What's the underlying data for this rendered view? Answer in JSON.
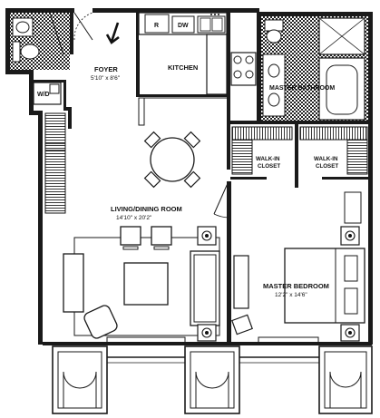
{
  "rooms": {
    "foyer": {
      "name": "FOYER",
      "size": "5'10\" x 8'6\""
    },
    "kitchen": {
      "name": "KITCHEN"
    },
    "master_bath": {
      "name": "MASTER BATHROOM"
    },
    "walk_in_left": {
      "name_line1": "WALK-IN",
      "name_line2": "CLOSET"
    },
    "walk_in_right": {
      "name_line1": "WALK-IN",
      "name_line2": "CLOSET"
    },
    "living": {
      "name": "LIVING/DINING ROOM",
      "size": "14'10\" x 20'2\""
    },
    "master_bedroom": {
      "name": "MASTER BEDROOM",
      "size": "12'2\" x 14'6\""
    }
  },
  "fixtures": {
    "refrigerator": "R",
    "dishwasher": "DW",
    "washer_dryer": "W/D"
  },
  "icons": {
    "entry": "entry-arrow-icon",
    "compass": "none"
  },
  "colors": {
    "wall": "#1a1a1a",
    "background": "#ffffff",
    "tile": "#222222"
  }
}
